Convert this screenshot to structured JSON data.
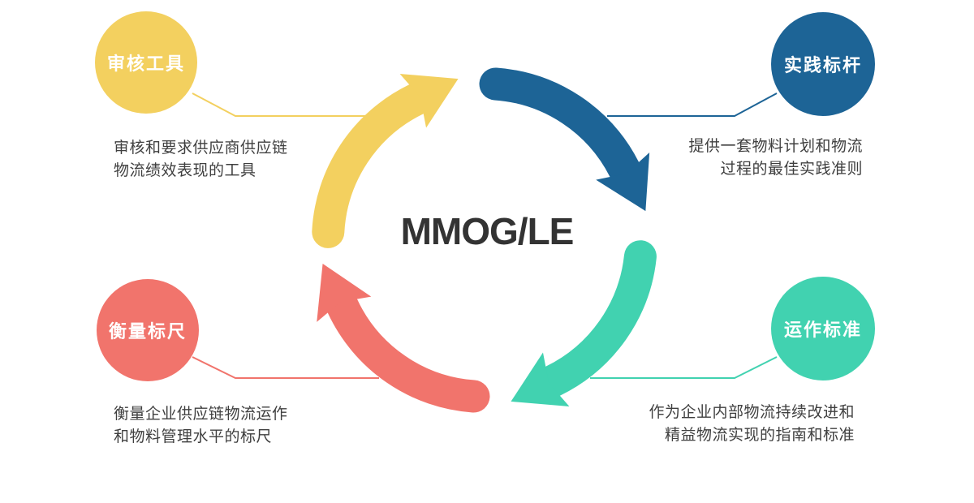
{
  "title": "MMOG/LE",
  "colors": {
    "title_text": "#333333",
    "description_text": "#3F3F3F",
    "background": "#FFFFFF"
  },
  "nodes": [
    {
      "id": "audit-tool",
      "position": "top-left",
      "label": "审核工具",
      "desc_line1": "审核和要求供应商供应链",
      "desc_line2": "物流绩效表现的工具",
      "color": "#F3D05F"
    },
    {
      "id": "practice-benchmark",
      "position": "top-right",
      "label": "实践标杆",
      "desc_line1": "提供一套物料计划和物流",
      "desc_line2": "过程的最佳实践准则",
      "color": "#1D6496"
    },
    {
      "id": "measuring-scale",
      "position": "bottom-left",
      "label": "衡量标尺",
      "desc_line1": "衡量企业供应链物流运作",
      "desc_line2": "和物料管理水平的标尺",
      "color": "#F1746C"
    },
    {
      "id": "operation-standard",
      "position": "bottom-right",
      "label": "运作标准",
      "desc_line1": "作为企业内部物流持续改进和",
      "desc_line2": "精益物流实现的指南和标准",
      "color": "#41D2B0"
    }
  ]
}
